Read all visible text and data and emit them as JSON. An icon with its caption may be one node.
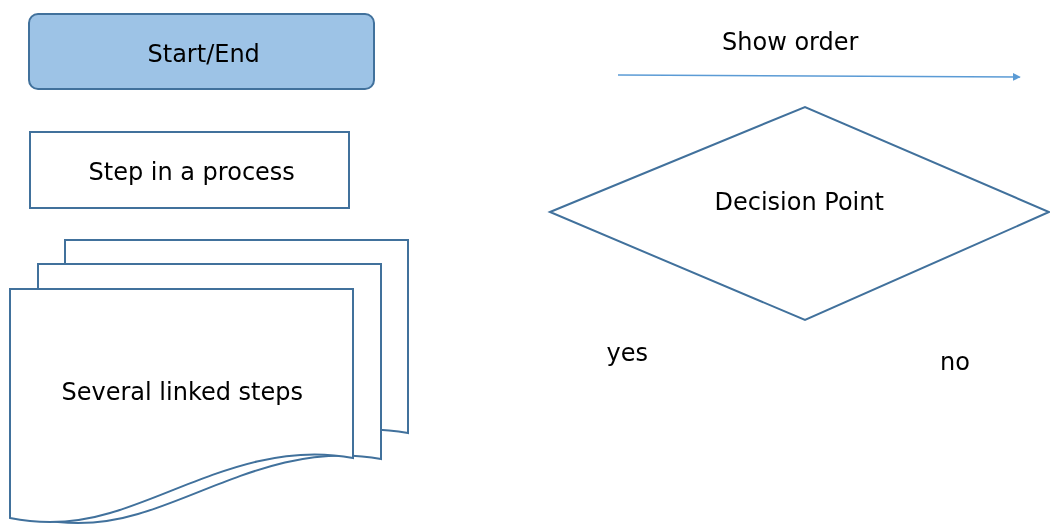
{
  "diagram": {
    "nodes": [
      {
        "text": [
          "Start/End"
        ]
      },
      {
        "text": [
          "Step in a process"
        ]
      },
      {
        "text": [
          "Several linked steps"
        ]
      },
      {
        "text": [
          "Decision Point"
        ]
      }
    ],
    "edges": [],
    "labels": [
      "Show order",
      "yes",
      "no"
    ]
  }
}
